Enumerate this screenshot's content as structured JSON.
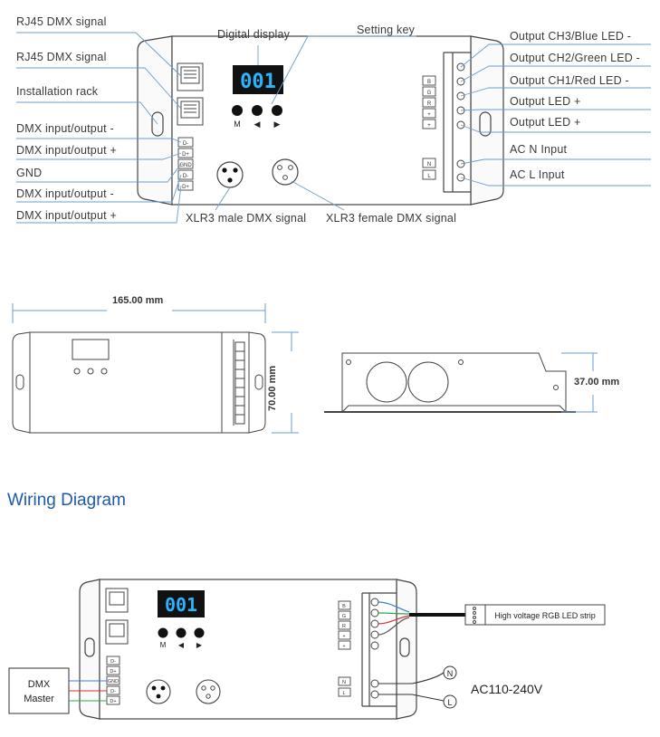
{
  "top_diagram": {
    "left_labels": [
      "RJ45 DMX signal",
      "RJ45 DMX signal",
      "Installation rack",
      "DMX input/output -",
      "DMX input/output +",
      "GND",
      "DMX input/output -",
      "DMX input/output +"
    ],
    "right_labels": [
      "Output CH3/Blue LED -",
      "Output CH2/Green LED -",
      "Output CH1/Red LED -",
      "Output LED +",
      "Output LED +",
      "AC N Input",
      "AC L Input"
    ],
    "digital_display_label": "Digital display",
    "setting_key_label": "Setting key",
    "xlr_male_label": "XLR3 male DMX signal",
    "xlr_female_label": "XLR3 female DMX signal",
    "display_value": "001",
    "key_labels": [
      "M",
      "◀",
      "▶"
    ],
    "terminal_labels": [
      "D-",
      "D+",
      "GND",
      "D-",
      "D+"
    ],
    "output_terminal_labels": [
      "B",
      "G",
      "R",
      "+",
      "+"
    ],
    "input_terminal_labels": [
      "N",
      "L"
    ]
  },
  "dimensions": {
    "width": "165.00 mm",
    "height": "70.00 mm",
    "depth": "37.00 mm"
  },
  "wiring": {
    "heading": "Wiring Diagram",
    "dmx_master": [
      "DMX",
      "Master"
    ],
    "led_strip": "High voltage RGB LED strip",
    "ac_voltage": "AC110-240V",
    "ac_terminals": [
      "N",
      "L"
    ]
  }
}
